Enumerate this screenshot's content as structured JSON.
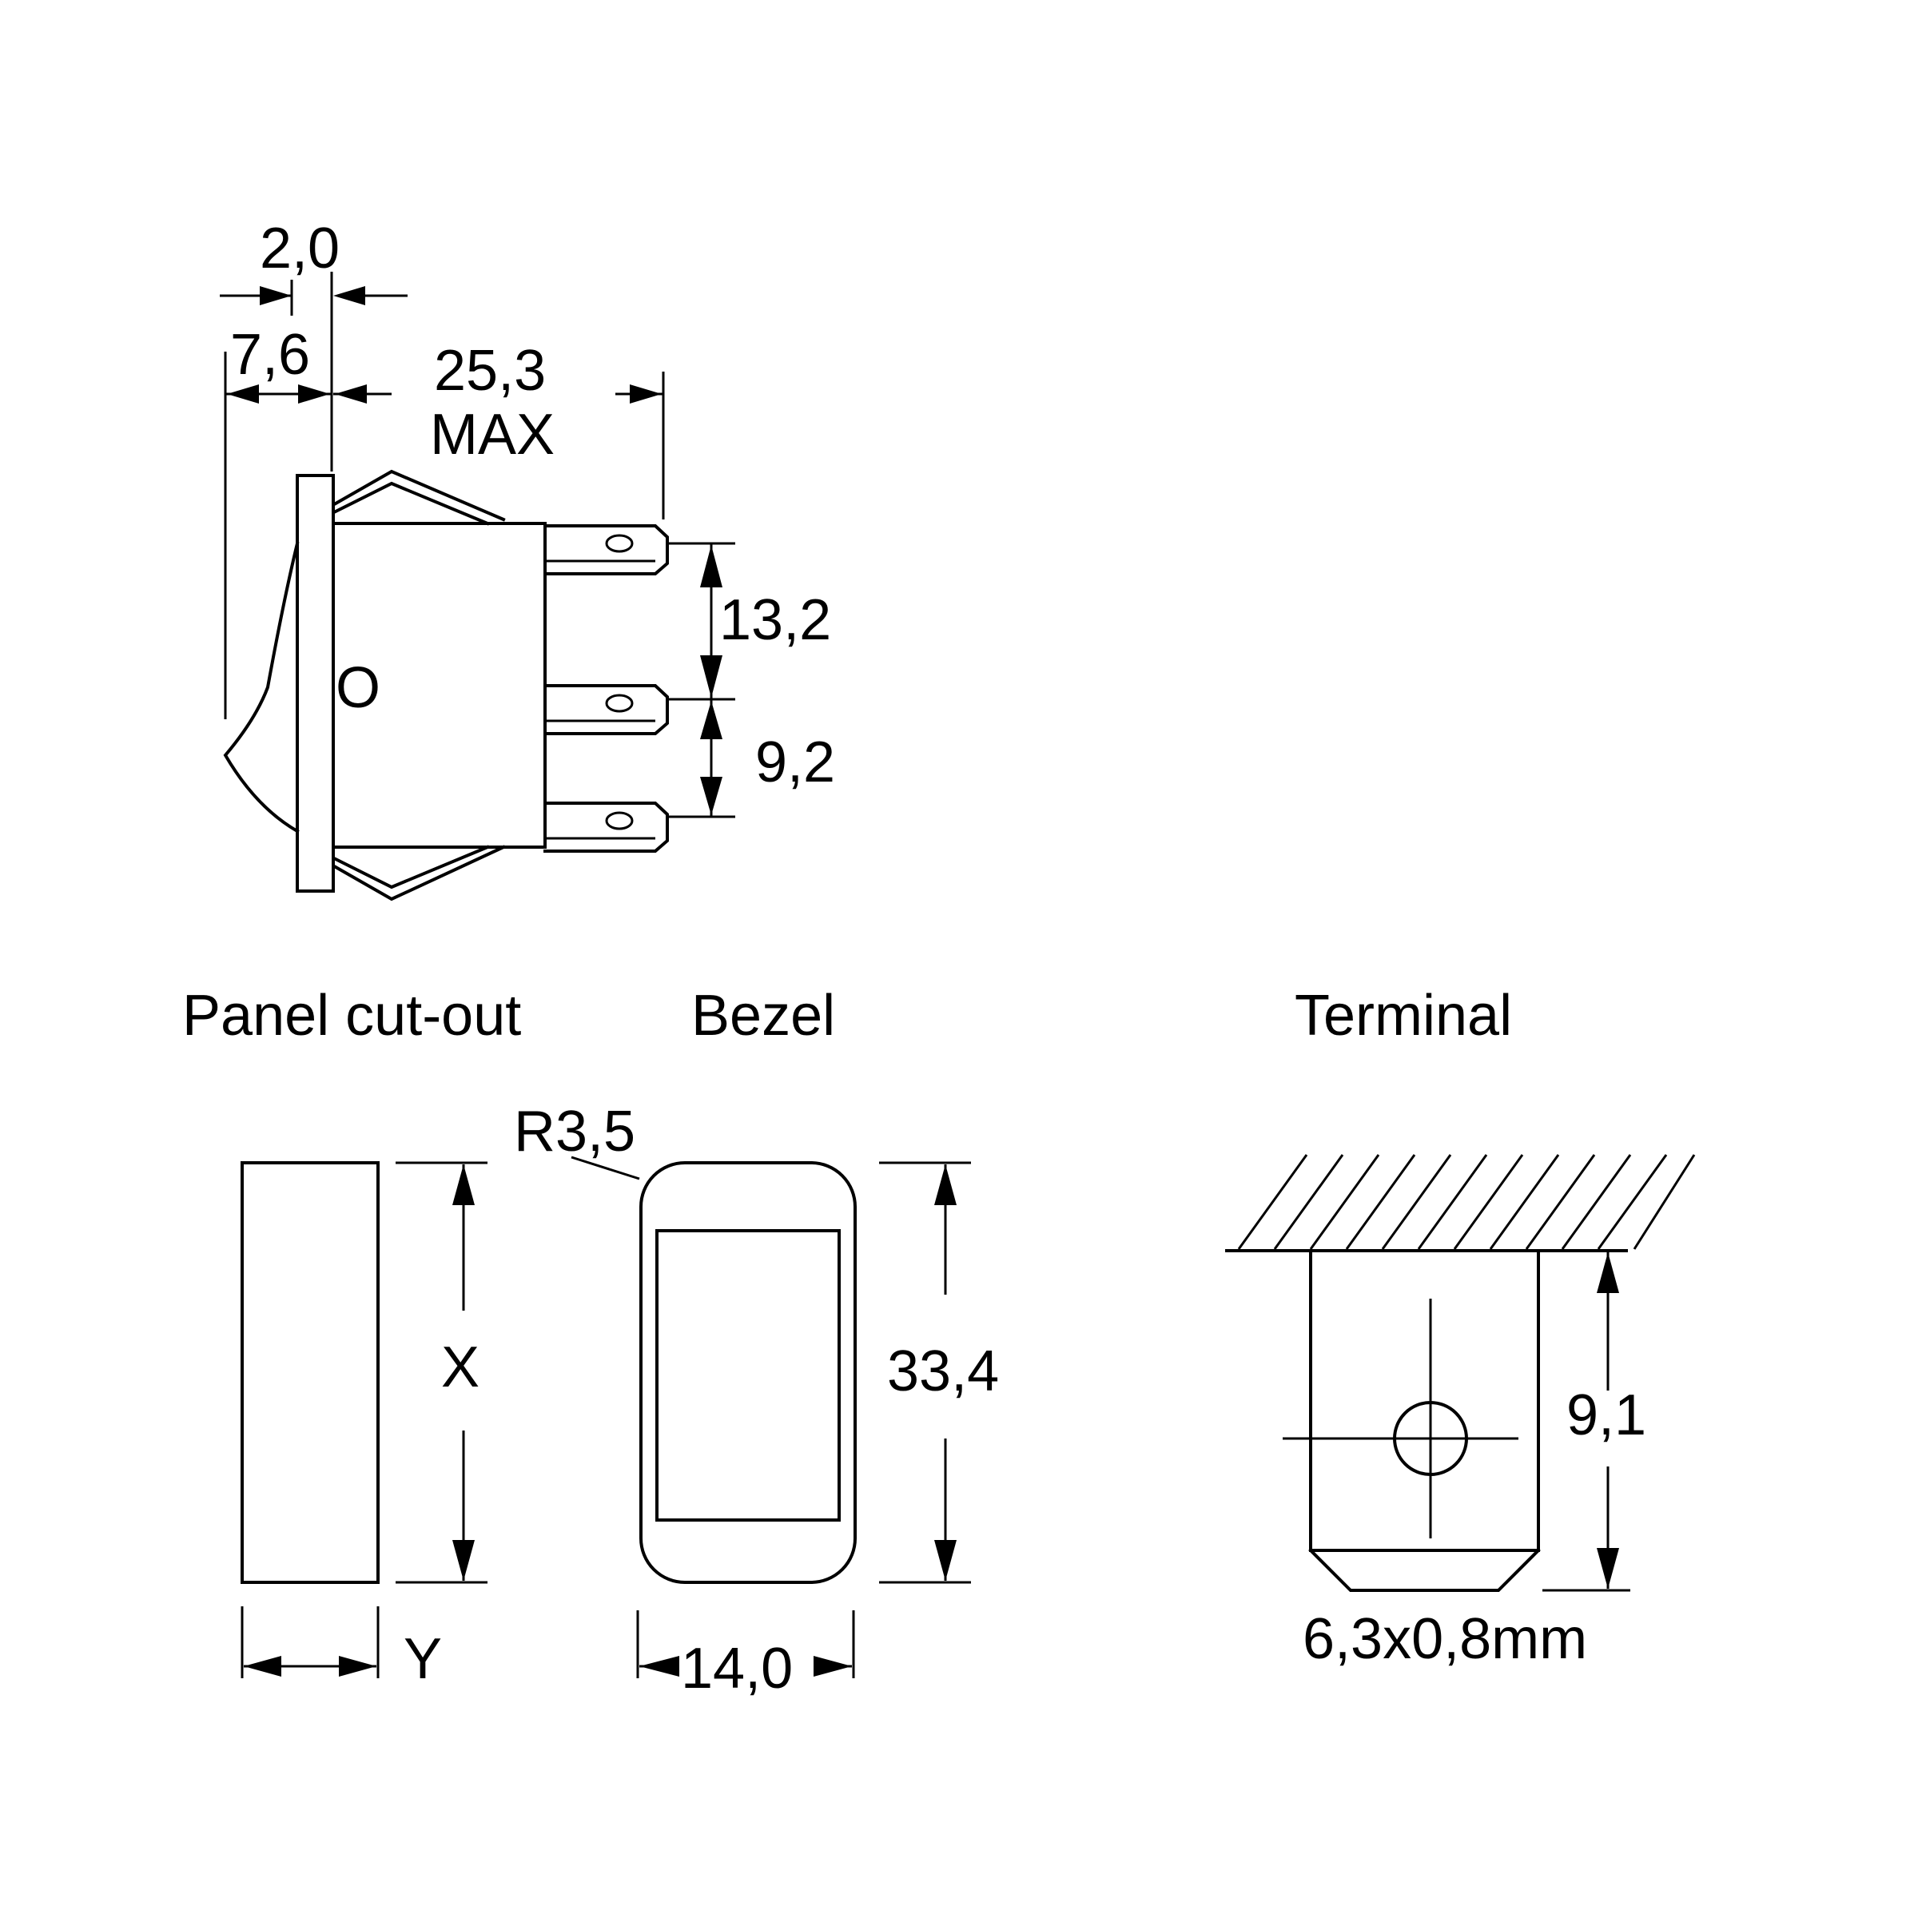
{
  "side_view": {
    "dim_flange": "2,0",
    "dim_front": "7,6",
    "dim_body": "25,3",
    "dim_body_note": "MAX",
    "dim_pitch_upper": "13,2",
    "dim_pitch_lower": "9,2",
    "rocker_mark": "O"
  },
  "panel_cutout": {
    "title": "Panel cut-out",
    "height_label": "X",
    "width_label": "Y"
  },
  "bezel": {
    "title": "Bezel",
    "radius_label": "R3,5",
    "height_label": "33,4",
    "width_label": "14,0"
  },
  "terminal": {
    "title": "Terminal",
    "height_label": "9,1",
    "size_label": "6,3x0,8mm"
  }
}
